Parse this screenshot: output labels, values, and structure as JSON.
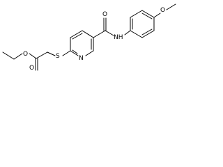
{
  "molecule": {
    "atoms": {
      "O_ester_carbonyl": "O",
      "O_ester_ether": "O",
      "S_thioether": "S",
      "N_pyridine": "N",
      "O_amide": "O",
      "NH_amide": "NH",
      "O_methoxy": "O"
    }
  }
}
